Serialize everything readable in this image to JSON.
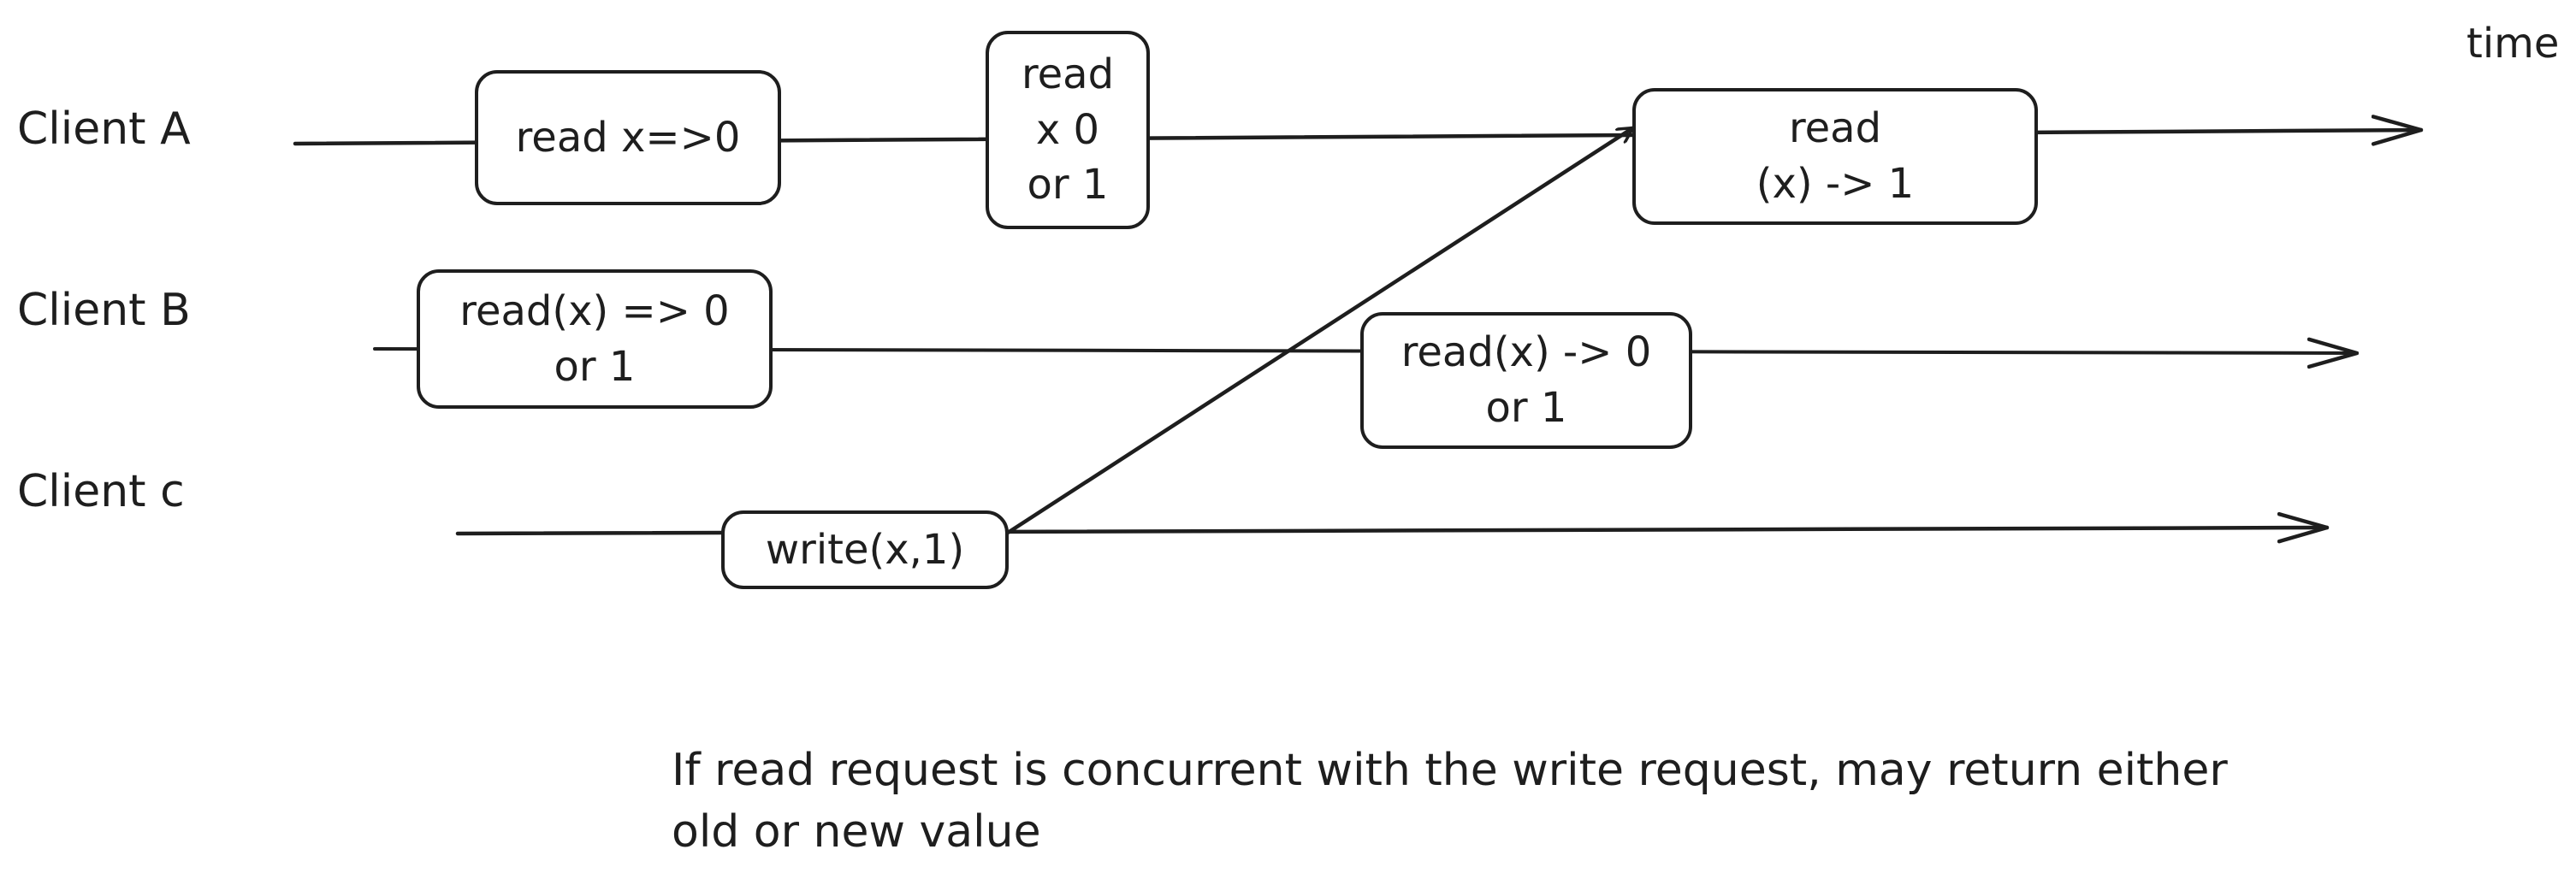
{
  "axis": {
    "time_label": "time"
  },
  "clients": [
    {
      "id": "a",
      "label": "Client A"
    },
    {
      "id": "b",
      "label": "Client B"
    },
    {
      "id": "c",
      "label": "Client c"
    }
  ],
  "operations": [
    {
      "client": "a",
      "text": "read x=>0"
    },
    {
      "client": "a",
      "text": "read\nx 0\nor 1"
    },
    {
      "client": "a",
      "text": "read\n(x) -> 1"
    },
    {
      "client": "b",
      "text": "read(x) => 0\nor 1"
    },
    {
      "client": "b",
      "text": "read(x) -> 0\nor 1"
    },
    {
      "client": "c",
      "text": "write(x,1)"
    }
  ],
  "note": {
    "line1": "If read request is concurrent with the write request, may return either",
    "line2": "old or new value"
  },
  "colors": {
    "stroke": "#1e1e1e",
    "background": "#ffffff"
  }
}
